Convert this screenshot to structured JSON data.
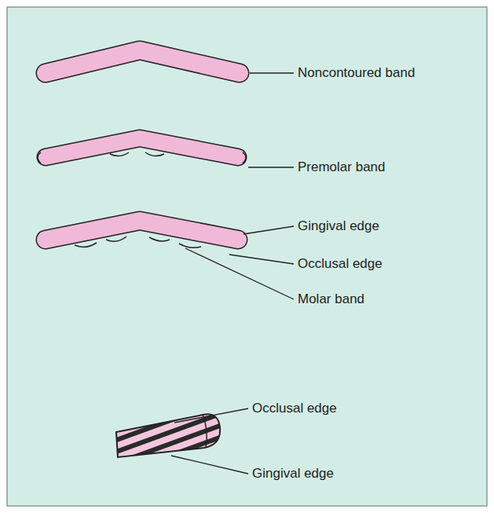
{
  "diagram": {
    "labels": [
      "Noncontoured band",
      "Premolar band",
      "Gingival edge",
      "Occlusal edge",
      "Molar band",
      "Occlusal edge",
      "Gingival edge"
    ]
  }
}
